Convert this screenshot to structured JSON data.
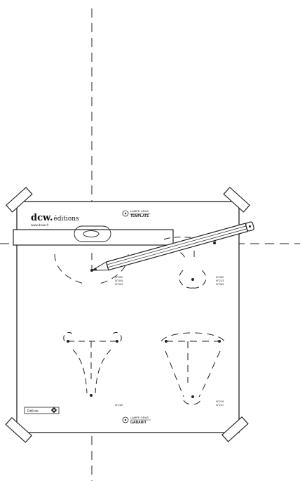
{
  "brand": {
    "logo": "dcw.",
    "logo_suffix": "éditions",
    "url": "www.dcwe.fr"
  },
  "top_badge": {
    "line1": "LAMPE GRAS",
    "line2": "TEMPLATE"
  },
  "bottom_badge": {
    "line1": "LAMPE GRAS",
    "line2": "GABARIT"
  },
  "drill_button": {
    "label": "Drill on"
  },
  "labels": {
    "center_left": [
      "N°302",
      "N°304",
      "N°312"
    ],
    "right_top": [
      "N°302",
      "N°213",
      "N°303"
    ],
    "bottom_left": "N°222",
    "bottom_right": [
      "N°216",
      "N°217"
    ]
  },
  "colors": {
    "line": "#222222",
    "background": "#ffffff"
  }
}
